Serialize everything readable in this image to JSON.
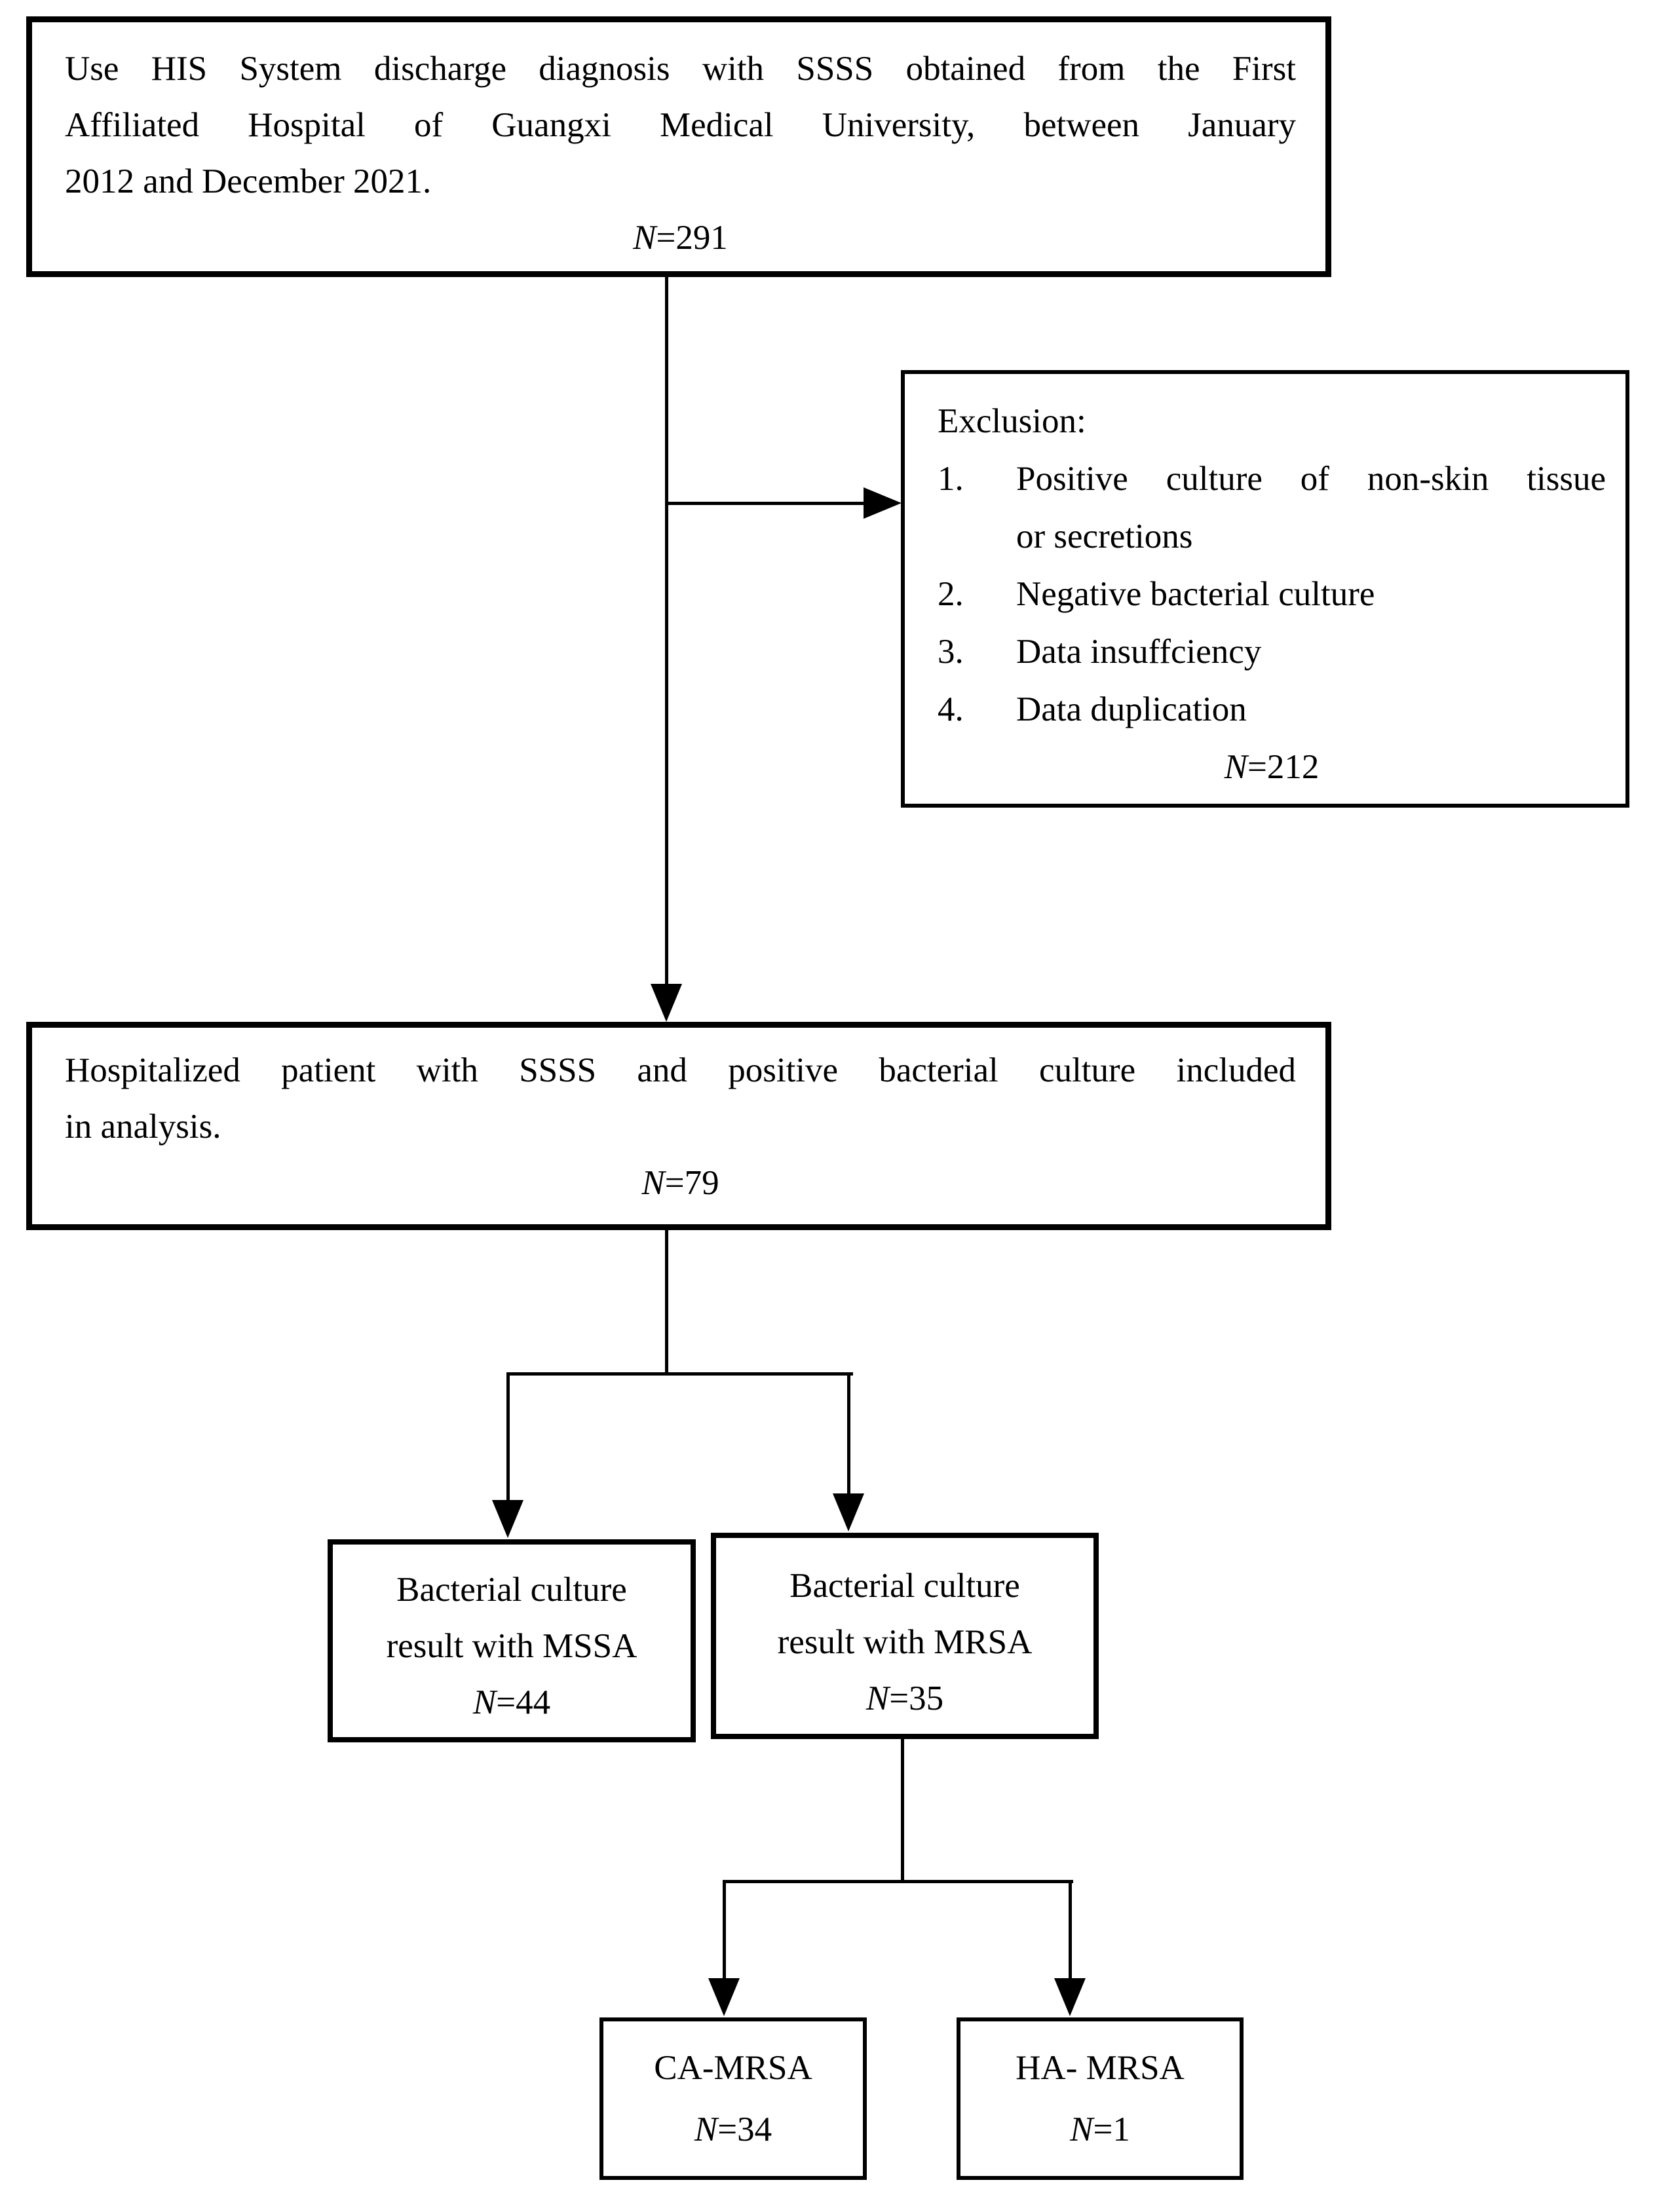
{
  "figure": {
    "background": "#ffffff",
    "line_color": "#000000",
    "type": "study-flow-diagram"
  },
  "source_box": {
    "lines": [
      "Use HIS System discharge diagnosis with SSSS obtained from the First",
      "Affiliated Hospital of Guangxi Medical University, between January",
      "2012 and December 2021."
    ],
    "n_italic": "N",
    "n_rest": "=291"
  },
  "exclusion_box": {
    "title": "Exclusion:",
    "items": [
      {
        "num": "1.",
        "line1": "Positive culture of non-skin tissue",
        "line2": "or secretions"
      },
      {
        "num": "2.",
        "line1": "Negative bacterial culture"
      },
      {
        "num": "3.",
        "line1": "Data insuffciency"
      },
      {
        "num": "4.",
        "line1": "Data duplication"
      }
    ],
    "n_italic": "N",
    "n_rest": "=212"
  },
  "included_box": {
    "lines": [
      "Hospitalized patient with SSSS and positive bacterial culture included",
      "in analysis."
    ],
    "n_italic": "N",
    "n_rest": "=79"
  },
  "mssa_box": {
    "lines": [
      "Bacterial culture",
      "result with MSSA"
    ],
    "n_italic": "N",
    "n_rest": "=44"
  },
  "mrsa_box": {
    "lines": [
      "Bacterial culture",
      "result with MRSA"
    ],
    "n_italic": "N",
    "n_rest": "=35"
  },
  "ca_mrsa_box": {
    "label": "CA-MRSA",
    "n_italic": "N",
    "n_rest": "=34"
  },
  "ha_mrsa_box": {
    "label": "HA- MRSA",
    "n_italic": "N",
    "n_rest": "=1"
  }
}
